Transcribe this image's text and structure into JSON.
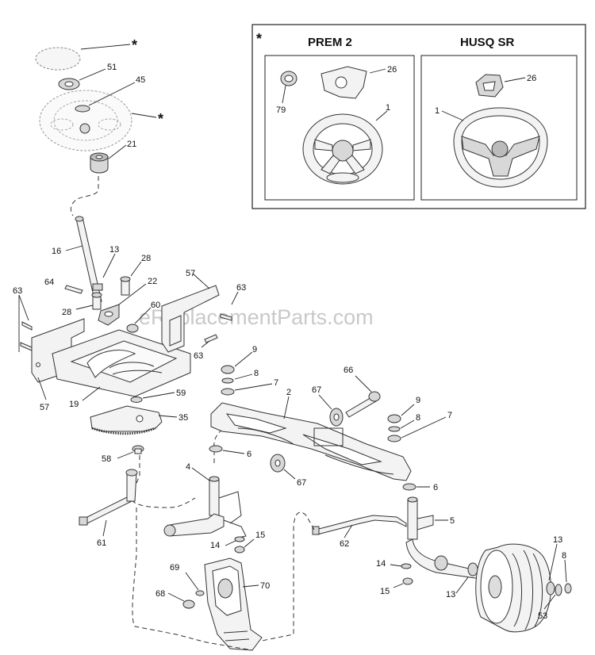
{
  "watermark": "eReplacementParts.com",
  "inset": {
    "marker": "*",
    "panels": [
      {
        "title": "PREM 2",
        "callouts": [
          "26",
          "79",
          "1"
        ]
      },
      {
        "title": "HUSQ SR",
        "callouts": [
          "26",
          "1"
        ]
      }
    ]
  },
  "callouts": {
    "c_star_top": "*",
    "c_51": "51",
    "c_45": "45",
    "c_star_mid": "*",
    "c_21": "21",
    "c_16": "16",
    "c_13a": "13",
    "c_28a": "28",
    "c_64": "64",
    "c_22": "22",
    "c_28b": "28",
    "c_57a": "57",
    "c_63a": "63",
    "c_63b": "63",
    "c_60": "60",
    "c_63c": "63",
    "c_57b": "57",
    "c_19": "19",
    "c_59": "59",
    "c_35": "35",
    "c_58": "58",
    "c_9a": "9",
    "c_8a": "8",
    "c_7a": "7",
    "c_66": "66",
    "c_2": "2",
    "c_67a": "67",
    "c_9b": "9",
    "c_8b": "8",
    "c_7b": "7",
    "c_6a": "6",
    "c_67b": "67",
    "c_6b": "6",
    "c_4": "4",
    "c_5": "5",
    "c_62": "62",
    "c_61": "61",
    "c_14a": "14",
    "c_15a": "15",
    "c_13b": "13",
    "c_8c": "8",
    "c_14b": "14",
    "c_15b": "15",
    "c_13c": "13",
    "c_53": "53",
    "c_69": "69",
    "c_70": "70",
    "c_68": "68"
  }
}
